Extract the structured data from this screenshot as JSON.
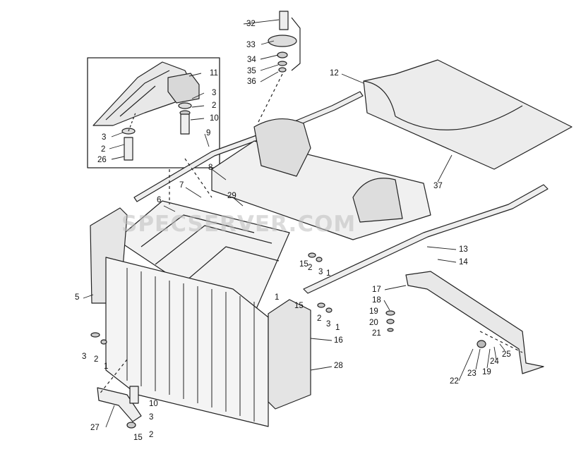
{
  "watermark": "SPECSERVER.COM",
  "callouts": {
    "c1a": "1",
    "c1b": "1",
    "c1c": "1",
    "c1d": "1",
    "c2a": "2",
    "c2b": "2",
    "c2c": "2",
    "c2d": "2",
    "c2e": "2",
    "c2f": "2",
    "c3a": "3",
    "c3b": "3",
    "c3c": "3",
    "c3d": "3",
    "c3e": "3",
    "c3f": "3",
    "c5": "5",
    "c6": "6",
    "c7": "7",
    "c8": "8",
    "c9": "9",
    "c10a": "10",
    "c10b": "10",
    "c11": "11",
    "c12": "12",
    "c13": "13",
    "c14": "14",
    "c15a": "15",
    "c15b": "15",
    "c15c": "15",
    "c16": "16",
    "c17": "17",
    "c18": "18",
    "c19a": "19",
    "c19b": "19",
    "c20": "20",
    "c21": "21",
    "c22": "22",
    "c23": "23",
    "c24": "24",
    "c25": "25",
    "c26": "26",
    "c27": "27",
    "c28": "28",
    "c29": "29",
    "c32": "32",
    "c33": "33",
    "c34": "34",
    "c35": "35",
    "c36": "36",
    "c37": "37"
  }
}
